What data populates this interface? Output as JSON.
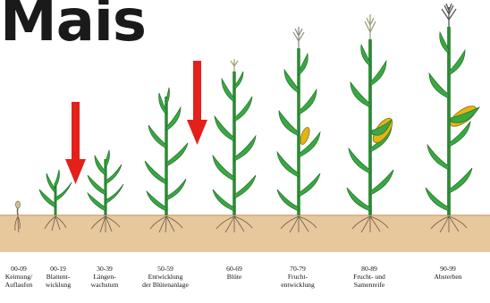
{
  "title": "Mais",
  "stages": [
    {
      "code": "00-09",
      "name": "Keimung/\nAuflaufen"
    },
    {
      "code": "00-19",
      "name": "Blattent-\nwicklung"
    },
    {
      "code": "30-39",
      "name": "Längen-\nwachstum"
    },
    {
      "code": "50-59",
      "name": "Entwicklung\nder Blütenanlage"
    },
    {
      "code": "60-69",
      "name": "Blüte"
    },
    {
      "code": "70-79",
      "name": "Frucht-\nentwicklung"
    },
    {
      "code": "80-89",
      "name": "Frucht- und\nSamenreife"
    },
    {
      "code": "90-99",
      "name": "Absterben"
    }
  ],
  "colors": {
    "soil": "#e7c79c",
    "leaf": "#3aa843",
    "leaf_dark": "#1e6e25",
    "arrow": "#e32019",
    "cob": "#e2b515",
    "root": "#6b5a4a"
  }
}
